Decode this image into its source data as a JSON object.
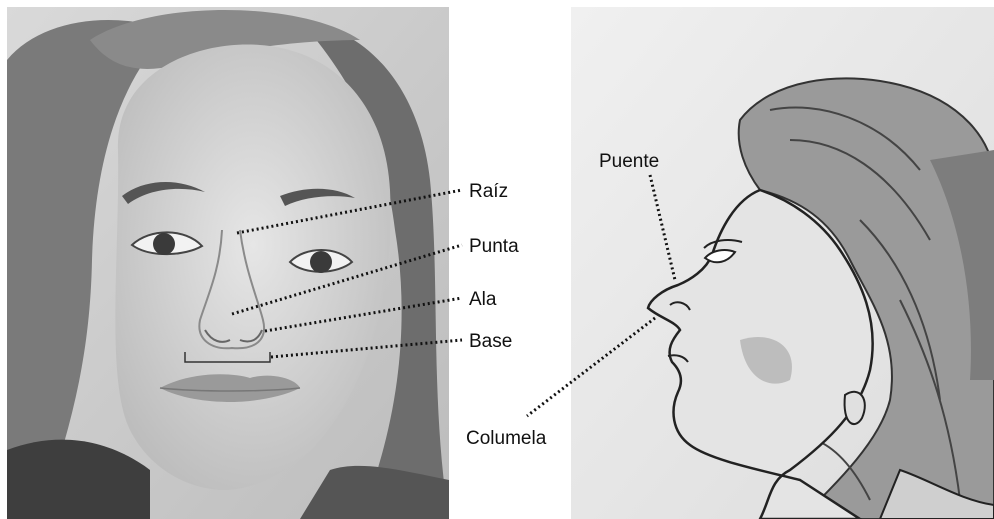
{
  "labels": {
    "raiz": "Raíz",
    "punta": "Punta",
    "ala": "Ala",
    "base": "Base",
    "puente": "Puente",
    "columela": "Columela"
  }
}
